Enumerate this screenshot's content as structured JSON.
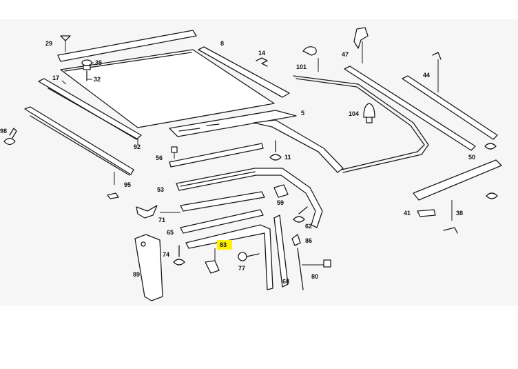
{
  "highlight_color": "#fff200",
  "highlighted_label": "83",
  "labels": {
    "l29": "29",
    "l8": "8",
    "l14": "14",
    "l35": "35",
    "l32": "32",
    "l17": "17",
    "l101": "101",
    "l47": "47",
    "l44": "44",
    "l5": "5",
    "l104": "104",
    "l98": "98",
    "l92": "92",
    "l56": "56",
    "l11": "11",
    "l50": "50",
    "l53": "53",
    "l59": "59",
    "l95": "95",
    "l41": "41",
    "l38": "38",
    "l71": "71",
    "l65": "65",
    "l62": "62",
    "l86": "86",
    "l83": "83",
    "l74": "74",
    "l77": "77",
    "l80": "80",
    "l89": "89",
    "l68": "68"
  }
}
